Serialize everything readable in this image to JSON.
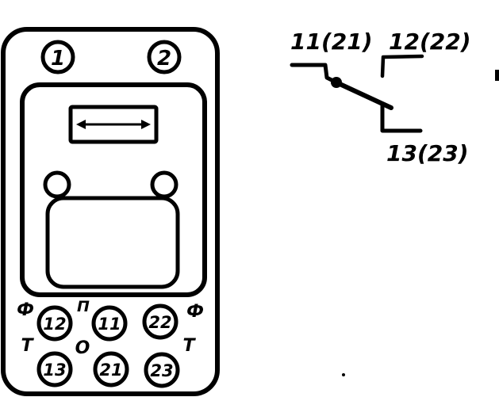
{
  "relay": {
    "top_terminals": [
      "1",
      "2"
    ],
    "bottom_terminals": {
      "row1": [
        "12",
        "11",
        "22"
      ],
      "row2": [
        "13",
        "21",
        "23"
      ]
    },
    "side_marks": {
      "left_top": "Ф",
      "left_bottom": "Т",
      "right_top": "Ф",
      "right_bottom": "Т",
      "middle_top": "П",
      "middle_bottom": "О"
    }
  },
  "contact": {
    "common_label": "11(21)",
    "normally_open_label": "12(22)",
    "normally_closed_label": "13(23)"
  },
  "colors": {
    "ink": "#000000",
    "paper": "#ffffff"
  }
}
